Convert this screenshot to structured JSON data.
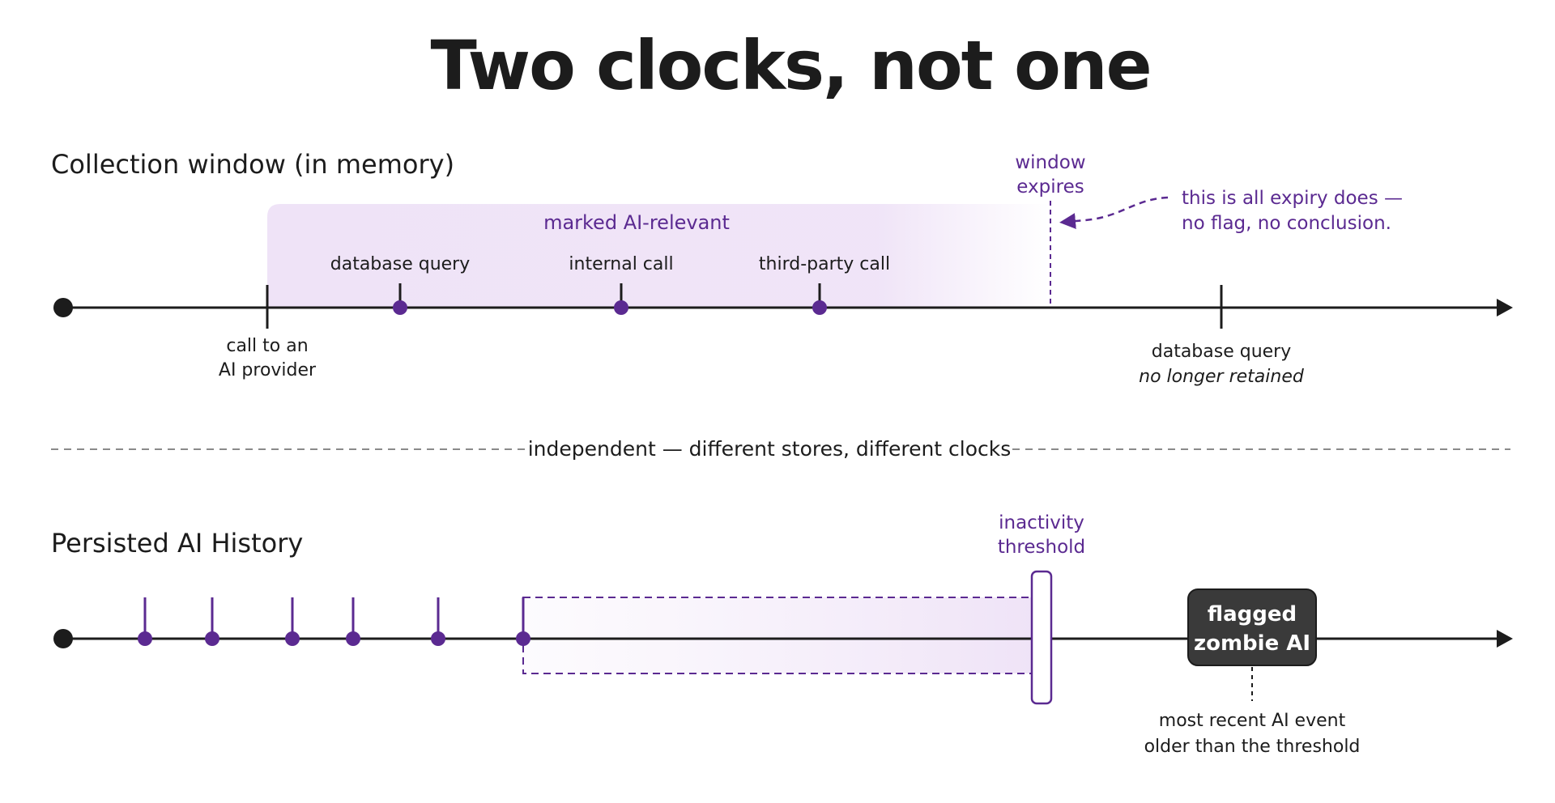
{
  "title": "Two clocks, not one",
  "colors": {
    "purple": "#5b2a91",
    "band": "#efe3f7",
    "ink": "#1c1c1c",
    "flag_bg": "#3a3a3a"
  },
  "collection": {
    "heading": "Collection window (in memory)",
    "band_label": "marked AI-relevant",
    "start_event": {
      "line1": "call to an",
      "line2": "AI provider"
    },
    "events": [
      "database query",
      "internal call",
      "third-party call"
    ],
    "expiry": {
      "line1": "window",
      "line2": "expires"
    },
    "expiry_note": {
      "line1": "this is all expiry does —",
      "line2": "no flag, no conclusion."
    },
    "late_event": {
      "label": "database query",
      "note": "no longer retained"
    }
  },
  "divider": "independent — different stores, different clocks",
  "history": {
    "heading": "Persisted AI History",
    "threshold": {
      "line1": "inactivity",
      "line2": "threshold"
    },
    "flag": {
      "line1": "flagged",
      "line2": "zombie AI"
    },
    "flag_note": {
      "line1": "most recent AI event",
      "line2": "older than the threshold"
    }
  }
}
